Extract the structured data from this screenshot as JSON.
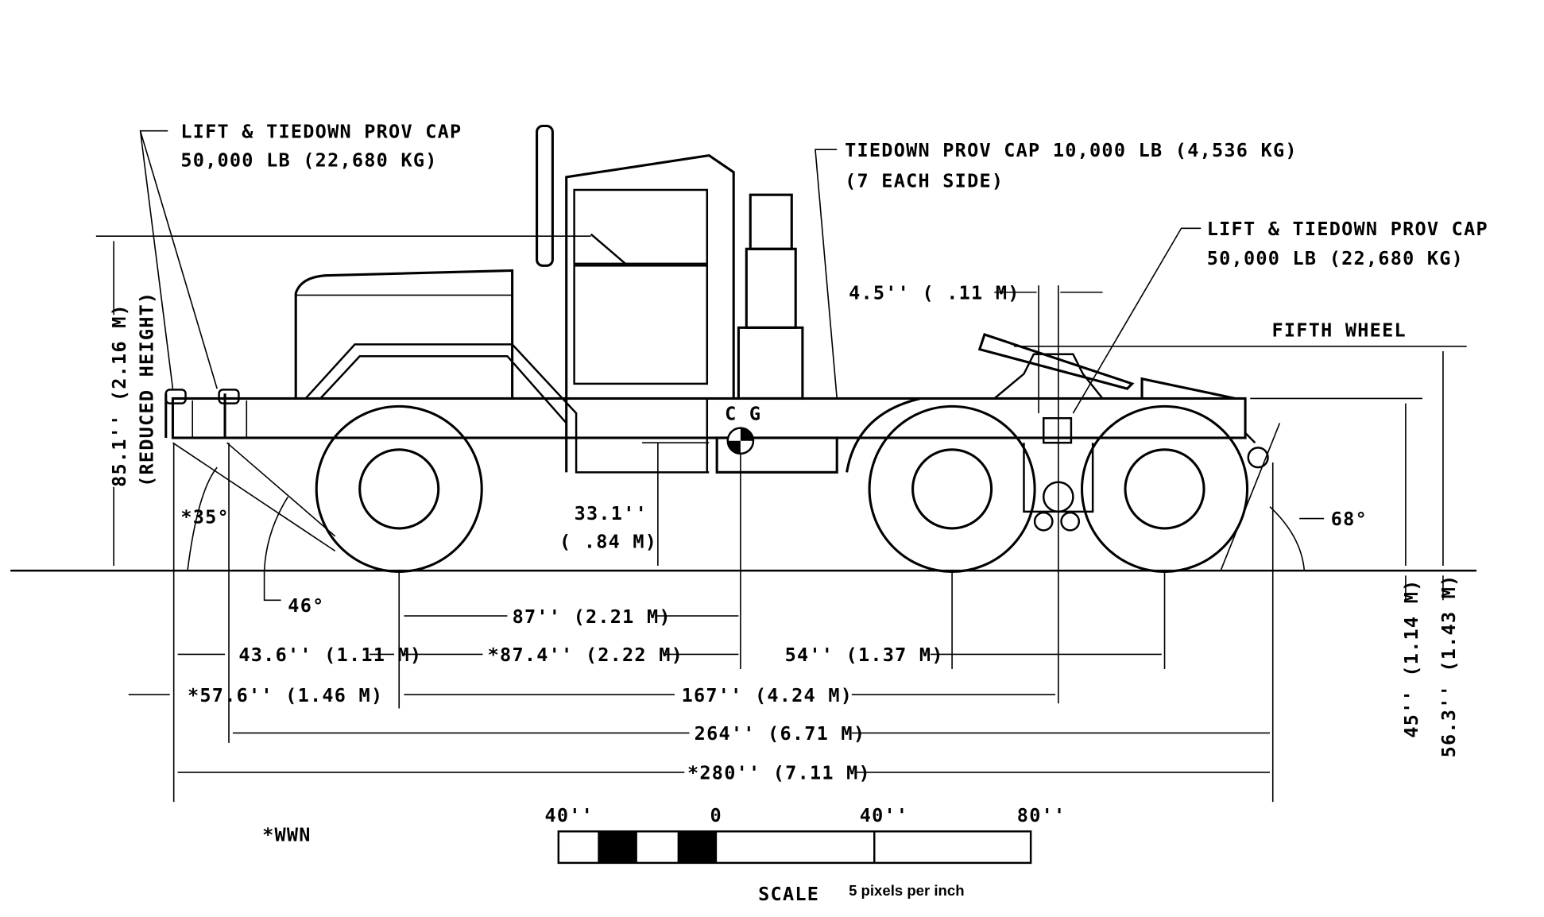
{
  "labels": {
    "lift_front_l1": "LIFT & TIEDOWN PROV CAP",
    "lift_front_l2": "50,000 LB (22,680 KG)",
    "tiedown_l1": "TIEDOWN PROV CAP  10,000 LB (4,536 KG)",
    "tiedown_l2": "(7 EACH SIDE)",
    "lift_rear_l1": "LIFT & TIEDOWN PROV CAP",
    "lift_rear_l2": "50,000 LB (22,680 KG)",
    "fifth_wheel_offset": "4.5'' ( .11 M)",
    "fifth_wheel": "FIFTH WHEEL",
    "height": "85.1'' (2.16 M)",
    "reduced_height": "(REDUCED HEIGHT)",
    "approach_angle_wwn": "*35°",
    "approach_angle": "46°",
    "cg_height_1": "33.1''",
    "cg_height_2": "( .84 M)",
    "departure_angle": "68°",
    "cg": "C G",
    "dim_87": "87'' (2.21 M)",
    "dim_43_6": "43.6'' (1.11 M)",
    "dim_87_4": "*87.4'' (2.22 M)",
    "dim_54": "54'' (1.37 M)",
    "dim_57_6": "*57.6'' (1.46 M)",
    "dim_167": "167'' (4.24 M)",
    "dim_264": "264'' (6.71 M)",
    "dim_280": "*280'' (7.11 M)",
    "dim_45": "45'' (1.14 M)",
    "dim_56_3": "56.3'' (1.43 M)",
    "wwn": "*WWN"
  },
  "scale": {
    "ticks": [
      "40''",
      "0",
      "40''",
      "80''"
    ],
    "title": "SCALE",
    "note": "5 pixels per inch"
  }
}
